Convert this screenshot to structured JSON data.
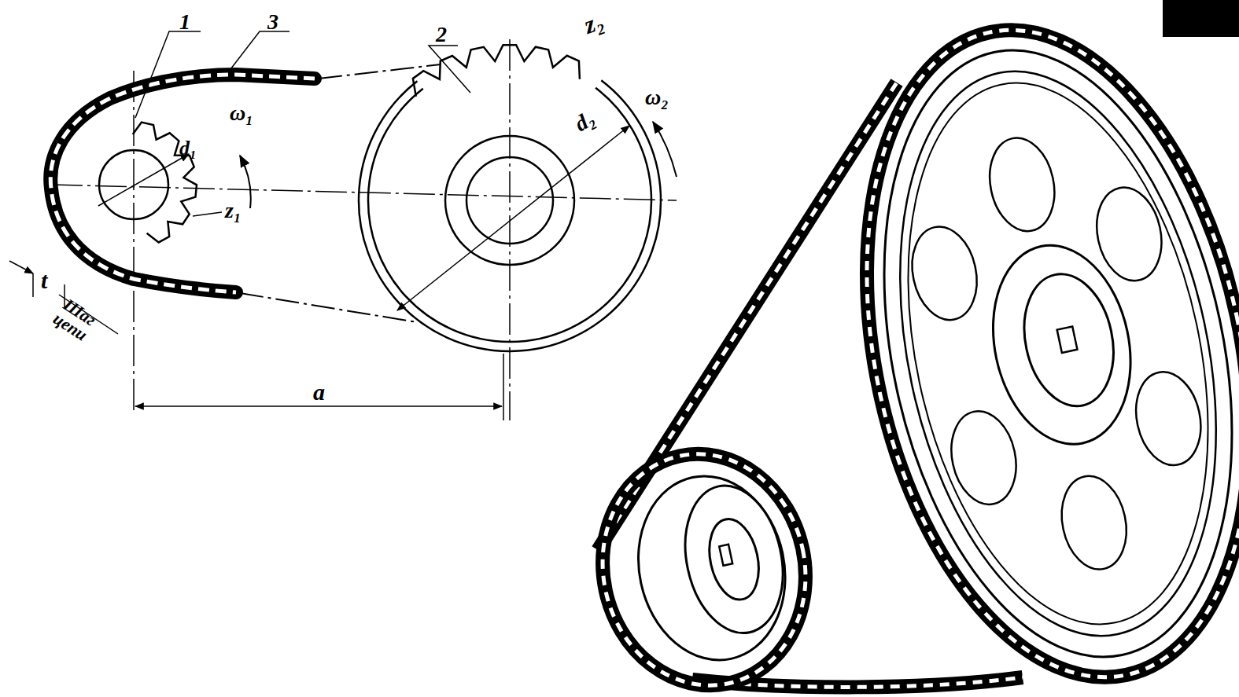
{
  "diagram": {
    "labels": [
      "1",
      "3",
      "2",
      "z₂",
      "ω₂",
      "d₁",
      "ω₁",
      "d₂",
      "z₁",
      "t",
      "Шаг цепи",
      "a"
    ]
  }
}
